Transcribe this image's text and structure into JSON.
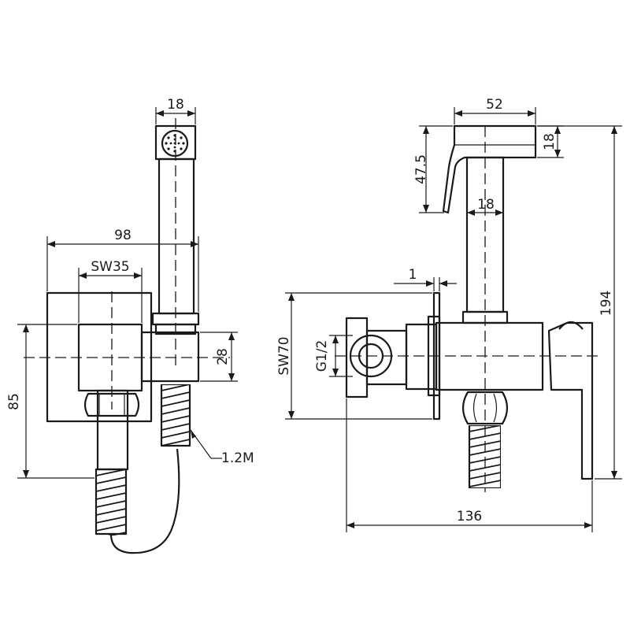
{
  "dimensions": {
    "side_head_width": "18",
    "side_total_width": "98",
    "side_wrench_size": "SW35",
    "side_height": "85",
    "side_body_height": "28",
    "side_hose_length": "1.2M",
    "front_head_length": "52",
    "front_head_thickness": "18",
    "front_head_height": "47.5",
    "front_handle_width": "18",
    "front_flange_offset": "1",
    "front_wrench_size": "SW70",
    "front_thread": "G1/2",
    "front_total_height": "194",
    "front_total_width": "136"
  },
  "colors": {
    "line": "#1a1a1a",
    "background": "#ffffff"
  }
}
